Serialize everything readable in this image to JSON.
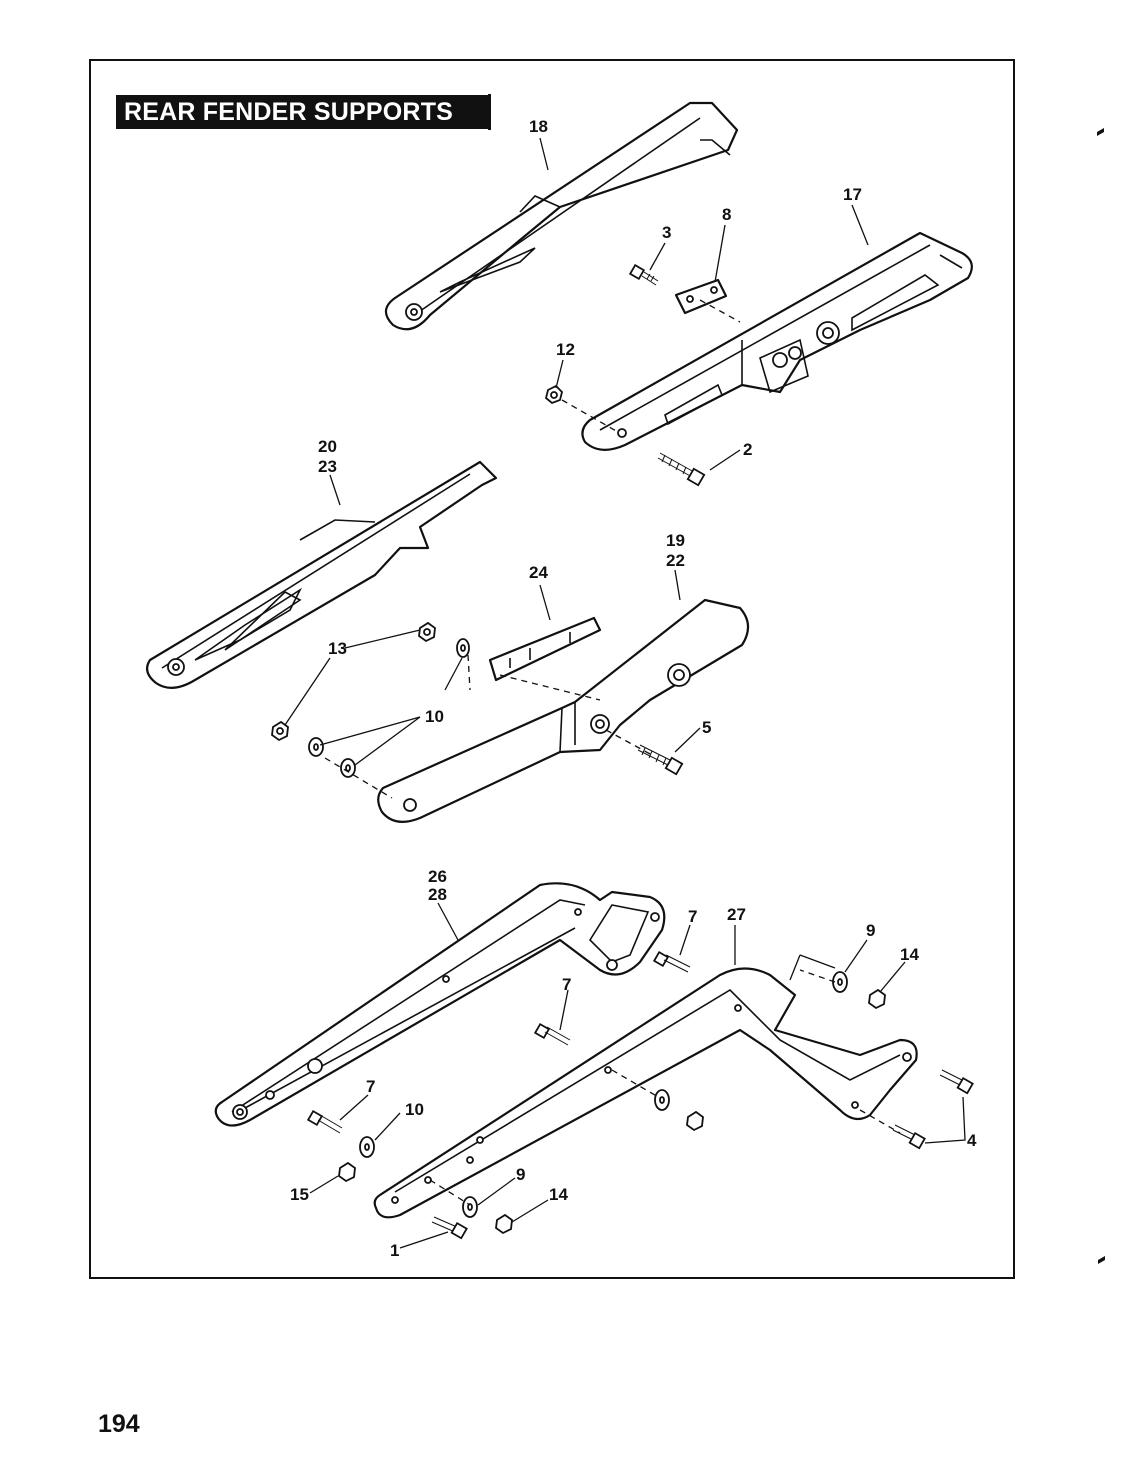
{
  "title": "REAR FENDER SUPPORTS",
  "page_number": "194",
  "callouts": {
    "c18": "18",
    "c17": "17",
    "c3": "3",
    "c8": "8",
    "c12": "12",
    "c2": "2",
    "c20": "20",
    "c23": "23",
    "c19": "19",
    "c22": "22",
    "c24": "24",
    "c13": "13",
    "c10a": "10",
    "c5": "5",
    "c26": "26",
    "c28": "28",
    "c7a": "7",
    "c27": "27",
    "c9a": "9",
    "c14a": "14",
    "c7b": "7",
    "c7c": "7",
    "c10b": "10",
    "c15": "15",
    "c9b": "9",
    "c14b": "14",
    "c1": "1",
    "c4": "4"
  }
}
